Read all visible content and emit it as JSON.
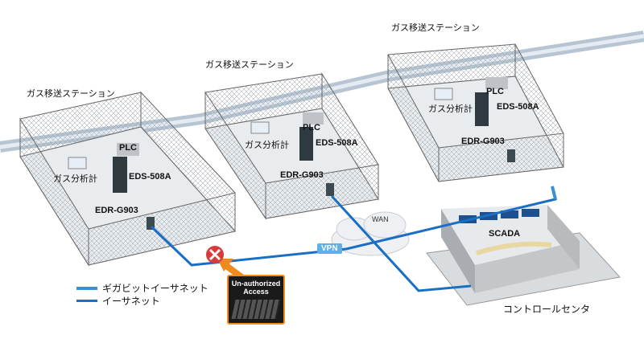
{
  "stations": [
    {
      "title": "ガス移送ステーション",
      "plc": "PLC",
      "analyzer": "ガス分析計",
      "switch": "EDS-508A",
      "router": "EDR-G903"
    },
    {
      "title": "ガス移送ステーション",
      "plc": "PLC",
      "analyzer": "ガス分析計",
      "switch": "EDS-508A",
      "router": "EDR-G903"
    },
    {
      "title": "ガス移送ステーション",
      "plc": "PLC",
      "analyzer": "ガス分析計",
      "switch": "EDS-508A",
      "router": "EDR-G903"
    }
  ],
  "network": {
    "wan": "WAN",
    "vpn": "VPN"
  },
  "control_center": {
    "scada": "SCADA",
    "label": "コントロールセンタ"
  },
  "attack": {
    "line1": "Un-authorized",
    "line2": "Access"
  },
  "legend": [
    {
      "label": "ギガビットイーサネット",
      "color": "#3d8ed8"
    },
    {
      "label": "イーサネット",
      "color": "#1a6fc4"
    }
  ]
}
